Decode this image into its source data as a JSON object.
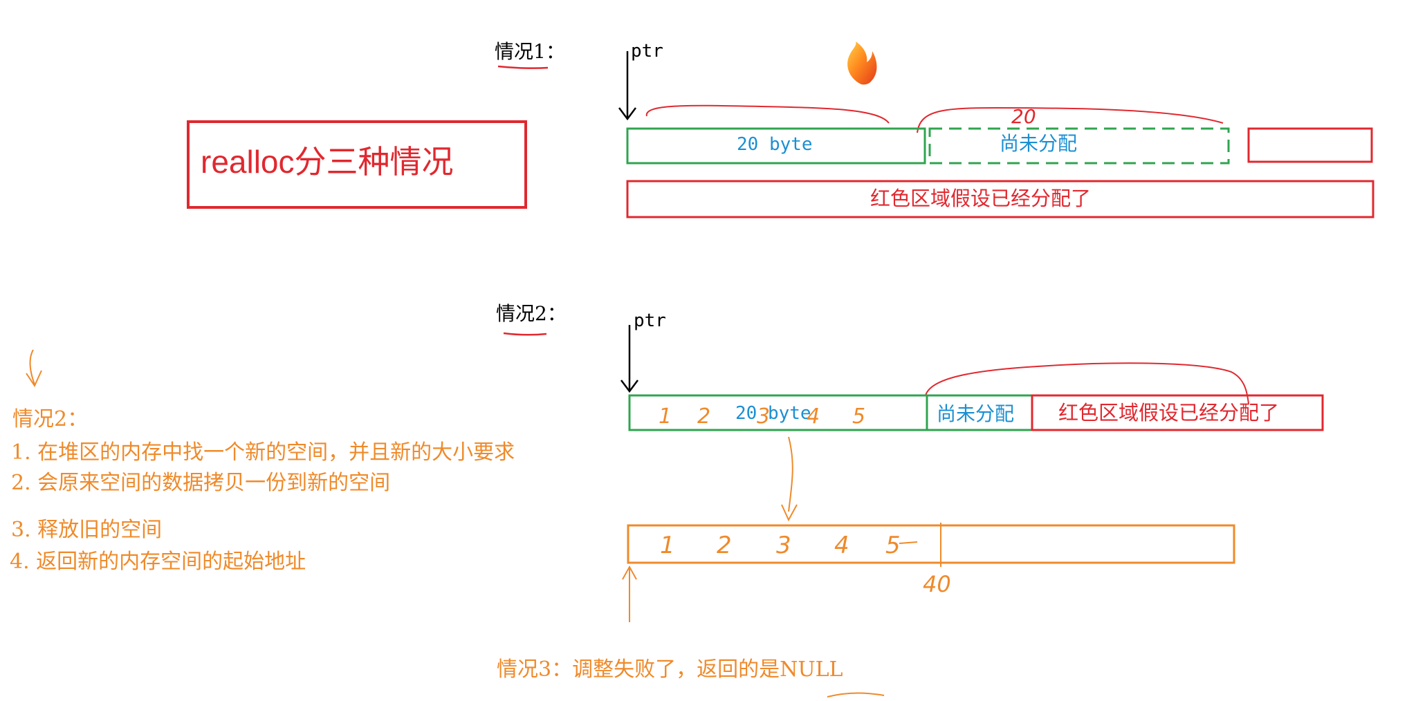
{
  "title": "realloc分三种情况",
  "colors": {
    "green": "#2fa44f",
    "red": "#e0282f",
    "orange": "#ef8a2a",
    "blue": "#1b8fd2",
    "black": "#000000",
    "flame": "#f0702a"
  },
  "case1": {
    "label": "情况1：",
    "ptr": "ptr",
    "block_label": "20 byte",
    "unallocated_label": "尚未分配",
    "allocated_label": "红色区域假设已经分配了",
    "handwritten": "20"
  },
  "case2": {
    "label": "情况2：",
    "ptr": "ptr",
    "block_label": "20 byte",
    "unallocated_label": "尚未分配",
    "allocated_label": "红色区域假设已经分配了",
    "digits_old": [
      "1",
      "2",
      "3",
      "4",
      "5"
    ],
    "digits_new": [
      "1",
      "2",
      "3",
      "4",
      "5"
    ],
    "marker_40": "40"
  },
  "notes": {
    "header": "情况2：",
    "steps": [
      "1.  在堆区的内存中找一个新的空间，并且新的大小要求",
      "2.  会原来空间的数据拷贝一份到新的空间",
      "3.  释放旧的空间",
      "4.  返回新的内存空间的起始地址"
    ]
  },
  "case3": {
    "text": "情况3：调整失败了，返回的是NULL"
  },
  "icons": {
    "flame": "flame-icon"
  }
}
